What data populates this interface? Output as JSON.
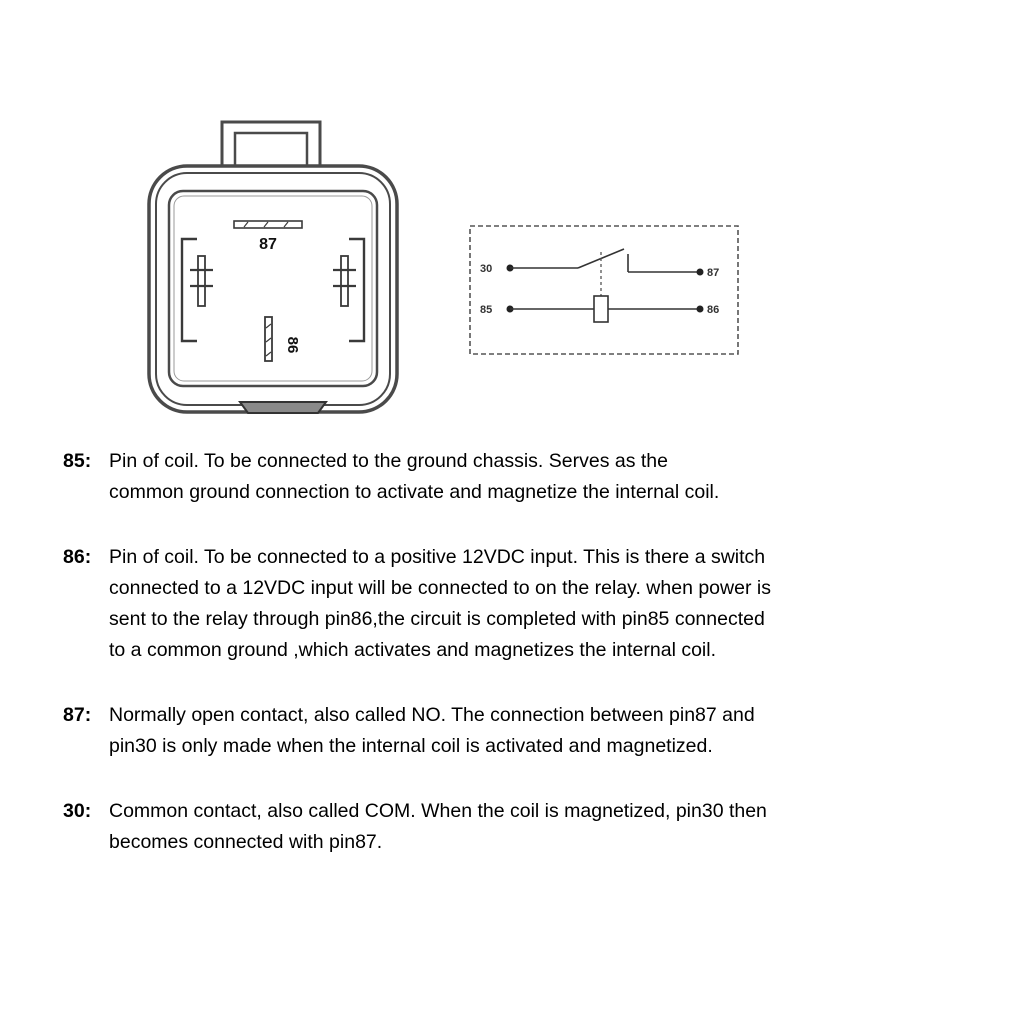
{
  "connector": {
    "pin87": "87",
    "pin86": "86"
  },
  "schematic": {
    "pin30": "30",
    "pin85": "85",
    "pin87": "87",
    "pin86": "86"
  },
  "descriptions": [
    {
      "pin": "85:",
      "text": "Pin of coil. To be connected to the ground chassis. Serves as the\n common ground connection to activate and magnetize the internal coil."
    },
    {
      "pin": "86:",
      "text": "Pin of coil. To be connected to a positive 12VDC input. This is there a switch\nconnected to a 12VDC input will be connected to on the relay. when power is\nsent  to the relay through pin86,the circuit is completed with pin85 connected\nto a common ground ,which activates and magnetizes the internal coil."
    },
    {
      "pin": "87:",
      "text": "Normally open contact, also called NO. The connection between pin87 and\npin30 is only made when the internal coil is activated and magnetized."
    },
    {
      "pin": "30:",
      "text": "Common contact, also called COM.  When the coil is magnetized, pin30 then\nbecomes connected with pin87."
    }
  ]
}
